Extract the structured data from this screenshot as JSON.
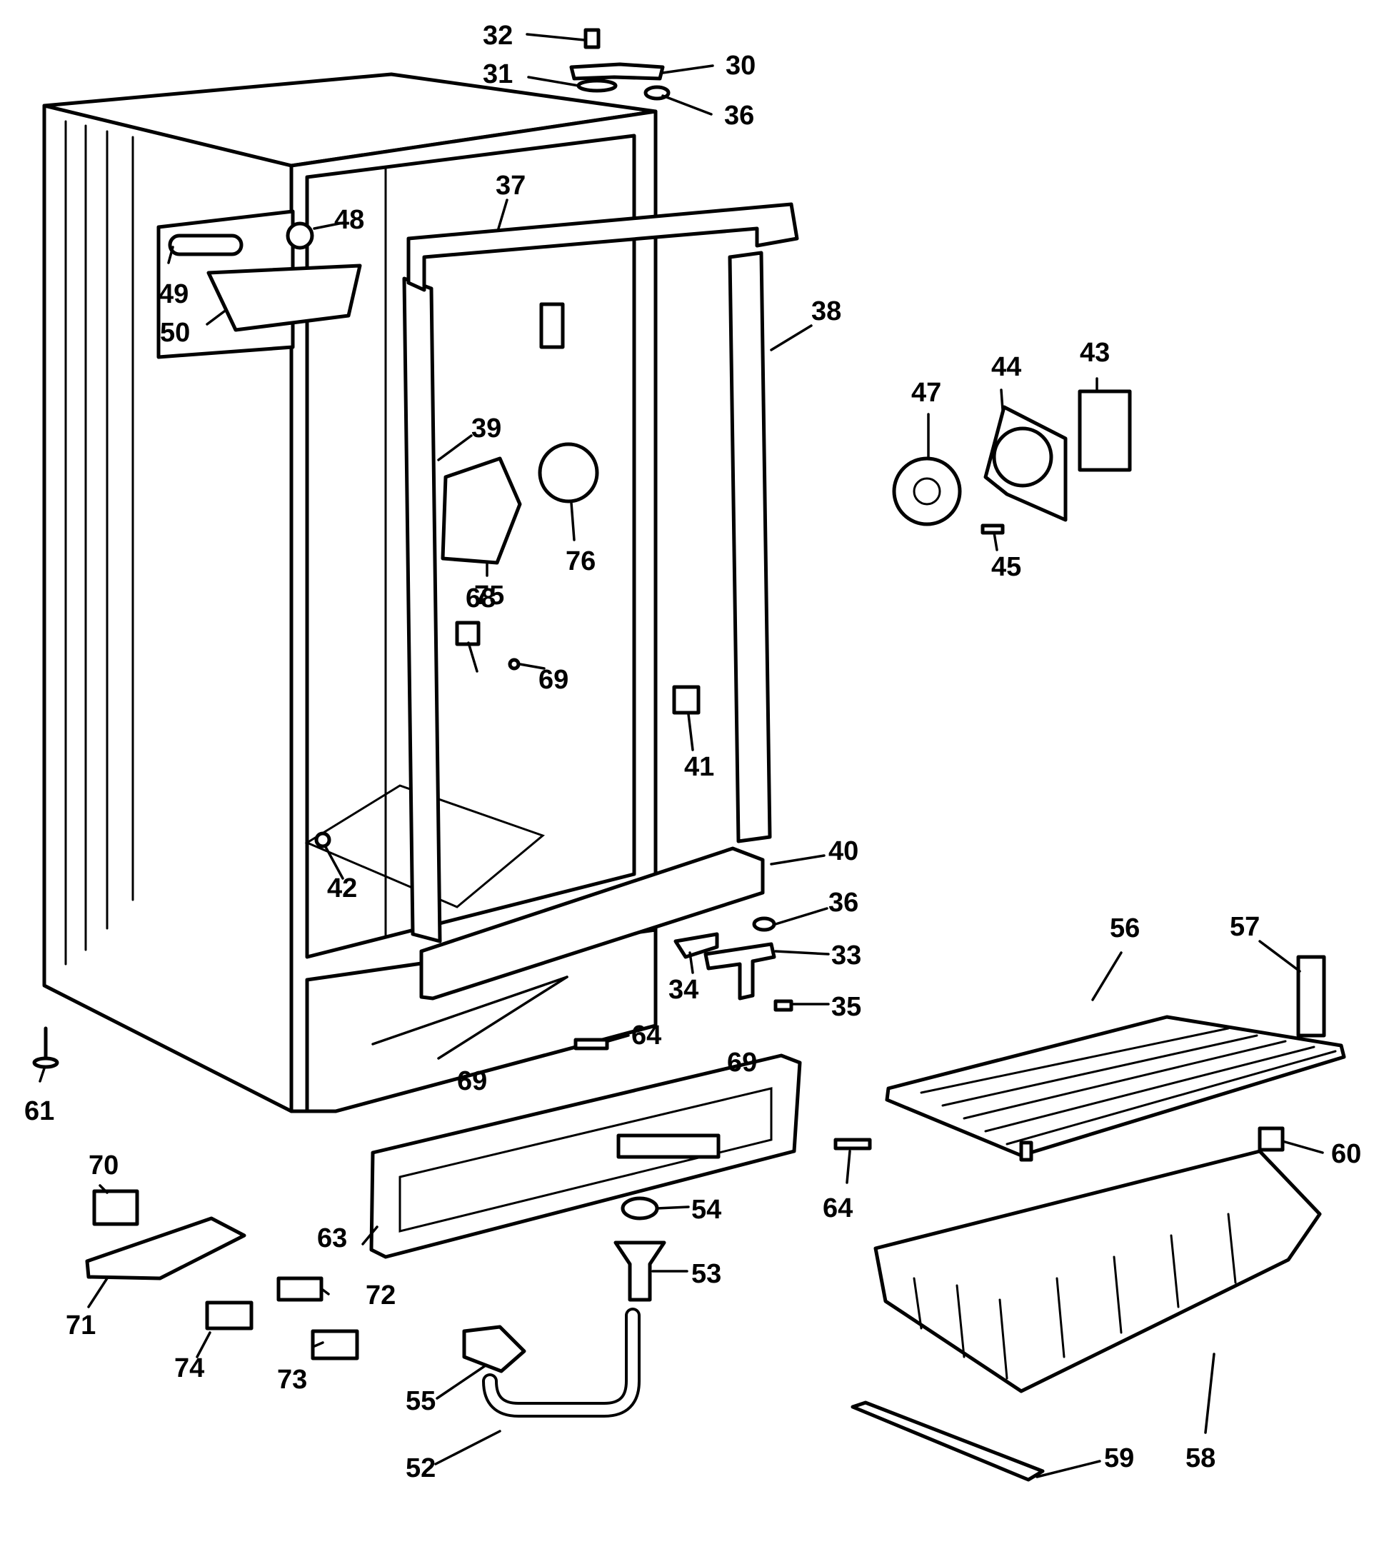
{
  "diagram": {
    "colors": {
      "ink": "#000000",
      "paper": "#ffffff"
    },
    "callouts": [
      "30",
      "31",
      "32",
      "33",
      "34",
      "35",
      "36",
      "36",
      "37",
      "38",
      "39",
      "40",
      "41",
      "42",
      "43",
      "44",
      "45",
      "47",
      "48",
      "49",
      "50",
      "52",
      "53",
      "54",
      "55",
      "56",
      "57",
      "58",
      "59",
      "60",
      "61",
      "63",
      "64",
      "64",
      "68",
      "69",
      "69",
      "69",
      "70",
      "71",
      "72",
      "73",
      "74",
      "75",
      "76"
    ]
  }
}
